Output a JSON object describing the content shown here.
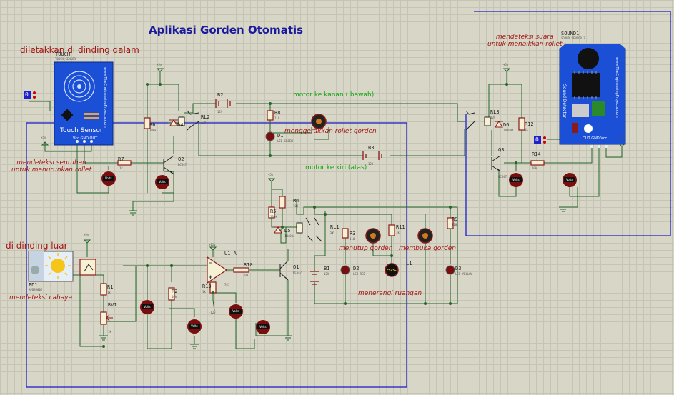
{
  "title": "Aplikasi Gorden Otomatis",
  "notes": {
    "inside_wall": "diletakkan di dinding dalam",
    "outside_wall": "di dinding luar",
    "touch_detect": "mendeteksi sentuhan\nuntuk menurunkan rollet",
    "sound_detect": "mendeteksi suara\nuntuk menaikkan rollet",
    "light_detect": "mendeteksi cahaya",
    "motor_right": "motor ke kanan ( bawah)",
    "motor_left": "motor ke kiri (atas)",
    "motor_move": "menggerakkan rollet gorden",
    "close_curtain": "menutup gorden",
    "open_curtain": "membuka gorden",
    "light_room": "menerangi ruangan"
  },
  "touch_sensor": {
    "ref": "TOUCH",
    "sub": "TOUCH SENSOR",
    "label": "Touch Sensor",
    "pins": "Vcc GND OUT",
    "site": "www.TheEngineeringProjects.com",
    "logic_state": "0"
  },
  "sound_sensor": {
    "ref": "SOUND1",
    "sub": "SOUND SENSOR 3",
    "label": "Sound Detector",
    "site": "www.TheEngineeringProjects.com",
    "pins": "OUT GND Vcc",
    "logic_state": "0"
  },
  "ldr": {
    "ref": "PD1",
    "sub": "APDS9002"
  },
  "components": {
    "b2": "B2",
    "b2_v": "12V",
    "b3": "B3",
    "b3_v": "12V",
    "b1": "B1",
    "b1_v": "12V",
    "rl2": "RL2",
    "rl2_v": "12V",
    "rl3": "RL3",
    "rl3_v": "12V",
    "rl1": "RL1",
    "rl1_v": "5V",
    "r6": "R6",
    "r6_v": "100k",
    "r7": "R7",
    "r7_v": "1k",
    "r8": "R8",
    "r8_v": "110",
    "r12": "R12",
    "r12_v": "1k",
    "r14": "R14",
    "r14_v": "10k",
    "r4": "R4",
    "r4_v": "100",
    "r5": "R5",
    "r5_v": "100k",
    "r3": "R3",
    "r3_v": "110",
    "r11": "R11",
    "r11_v": "1k",
    "r9": "R9",
    "r9_v": "110",
    "r10": "R10",
    "r10_v": "100",
    "r13": "R13",
    "r13_v": "1k",
    "r1": "R1",
    "r1_v": "1k",
    "r2": "R2",
    "r2_v": "10k",
    "rv1": "RV1",
    "rv1_v": "1k",
    "d1": "D1",
    "d1_v": "LED-GREEN",
    "d2": "D2",
    "d2_v": "LED-RED",
    "d3": "D3",
    "d3_v": "LED-YELLOW",
    "d4": "D4",
    "d4_v": "1N4004",
    "d5": "D5",
    "d5_v": "1N4004",
    "d6": "D6",
    "d6_v": "1N4004",
    "q1": "Q1",
    "q1_v": "BC547",
    "q2": "Q2",
    "q2_v": "BC547",
    "q3": "Q3",
    "q3_v": "BC547",
    "u1": "U1:A",
    "u1_v": "741",
    "l1": "L1",
    "vcc5": "+5v",
    "vcc12": "+12v",
    "vneg": "-12v",
    "volts": "Volts"
  },
  "colors": {
    "wire": "#22662a",
    "box": "#1e22c8",
    "title": "#1a1a9e",
    "note_red": "#a31515",
    "note_green": "#13a813",
    "component": "#8b1a1a",
    "sensor_blue": "#1a4fd6"
  }
}
